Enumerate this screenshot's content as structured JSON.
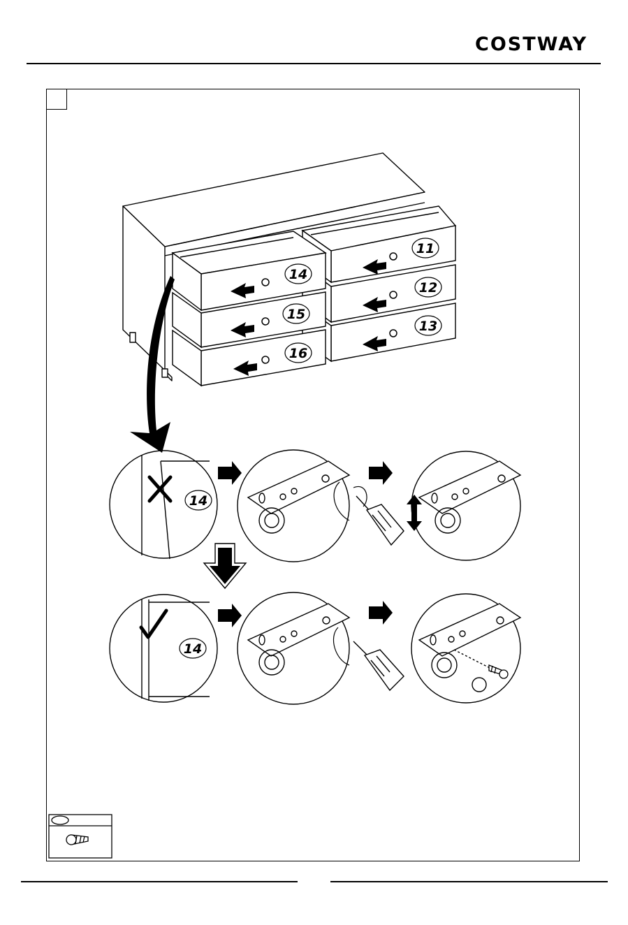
{
  "header": {
    "brand": "COSTWAY"
  },
  "drawers": {
    "top_right": "11",
    "middle_right": "12",
    "bottom_right": "13",
    "top_left": "14",
    "middle_left": "15",
    "bottom_left": "16"
  },
  "details": {
    "wrong_label": "14",
    "right_label": "14"
  },
  "icons": {
    "wrong": "cross-mark-icon",
    "correct": "check-mark-icon",
    "screw": "screw-icon",
    "screwdriver": "screwdriver-icon",
    "arrow": "arrow-right-icon"
  }
}
